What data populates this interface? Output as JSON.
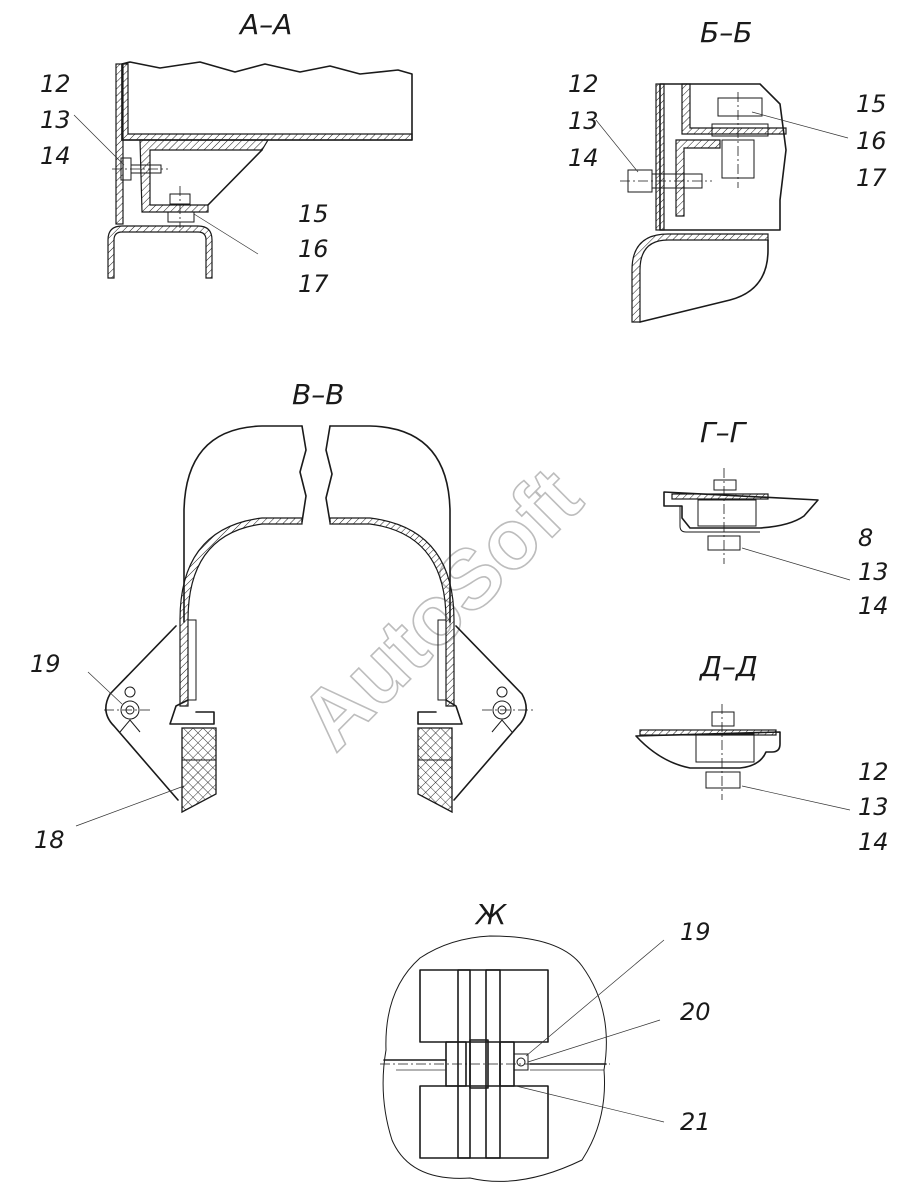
{
  "sections": {
    "aa": {
      "title": "А–А",
      "labels": [
        "12",
        "13",
        "14",
        "15",
        "16",
        "17"
      ]
    },
    "bb": {
      "title": "Б–Б",
      "labels": [
        "12",
        "13",
        "14",
        "15",
        "16",
        "17"
      ]
    },
    "vv": {
      "title": "В–В",
      "labels": [
        "19",
        "18"
      ]
    },
    "gg": {
      "title": "Г–Г",
      "labels": [
        "8",
        "13",
        "14"
      ]
    },
    "dd": {
      "title": "Д–Д",
      "labels": [
        "12",
        "13",
        "14"
      ]
    },
    "zh": {
      "title": "Ж",
      "labels": [
        "19",
        "20",
        "21"
      ]
    }
  },
  "watermark": "AutoSoft"
}
